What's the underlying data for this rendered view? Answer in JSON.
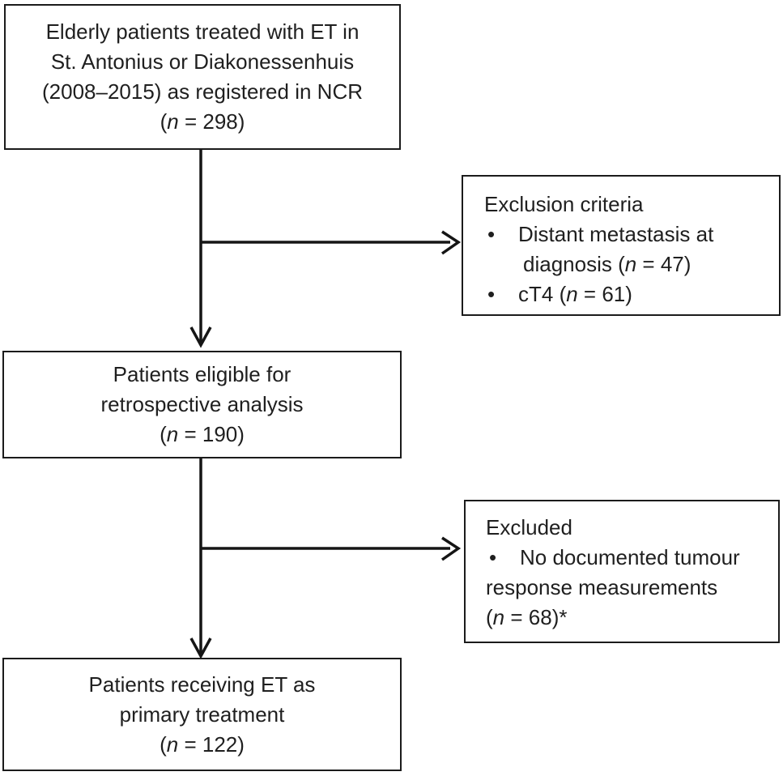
{
  "diagram": {
    "colors": {
      "border": "#1b1b1b",
      "text": "#1f1f1f",
      "arrow": "#151515",
      "background": "#ffffff"
    },
    "boxes": {
      "initial": {
        "lines": [
          "Elderly patients treated with ET in",
          "St. Antonius or Diakonessenhuis",
          "(2008–2015) as registered in NCR"
        ],
        "count": {
          "pre": "(",
          "var": "n",
          "post": " = 298)"
        }
      },
      "exclusion1": {
        "title": "Exclusion criteria",
        "bullet": "•",
        "item1_line1": "Distant metastasis at",
        "item1_line2": {
          "pre": "diagnosis (",
          "var": "n",
          "post": " = 47)"
        },
        "item2": {
          "pre": "cT4 (",
          "var": "n",
          "post": " = 61)"
        }
      },
      "eligible": {
        "lines": [
          "Patients eligible for",
          "retrospective analysis"
        ],
        "count": {
          "pre": "(",
          "var": "n",
          "post": " = 190)"
        }
      },
      "exclusion2": {
        "title": "Excluded",
        "bullet": "•",
        "item1_line1": "No documented tumour",
        "item1_line2": "response measurements",
        "item1_line3": {
          "pre": "(",
          "var": "n",
          "post": " = 68)*"
        }
      },
      "final": {
        "lines": [
          "Patients receiving ET as",
          "primary treatment"
        ],
        "count": {
          "pre": "(",
          "var": "n",
          "post": " = 122)"
        }
      }
    }
  }
}
